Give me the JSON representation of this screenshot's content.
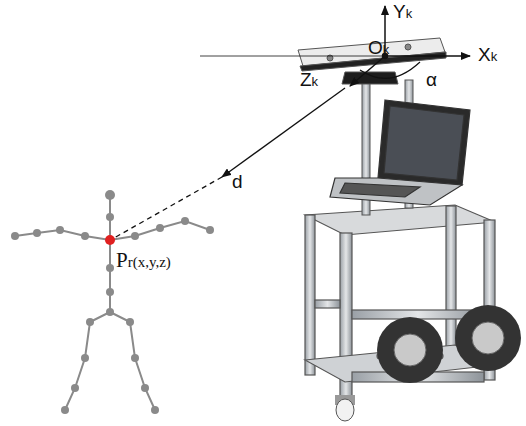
{
  "diagram": {
    "labels": [
      "Yk",
      "Xk",
      "Zk",
      "Ok",
      "α",
      "d",
      "Pr(x,y,z)"
    ]
  }
}
